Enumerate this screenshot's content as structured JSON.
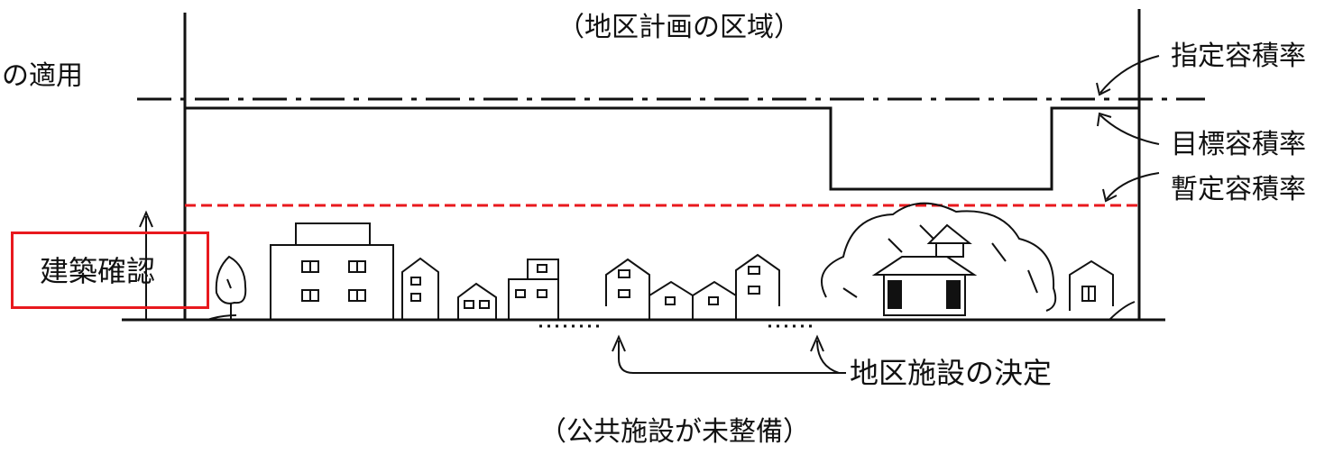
{
  "labels": {
    "area_title": "（地区計画の区域）",
    "partial_top_left": "の適用",
    "designated_ratio": "指定容積率",
    "target_ratio": "目標容積率",
    "provisional_ratio": "暫定容積率",
    "building_confirmation": "建築確認",
    "facility_decision": "地区施設の決定",
    "public_facilities": "（公共施設が未整備）"
  },
  "colors": {
    "line": "#111111",
    "provisional_line": "#e8191e",
    "callout_border": "#e8191e"
  },
  "icons": [
    "tree-icon",
    "apartment-icon",
    "house-icon",
    "shop-house-icon",
    "building-icon",
    "forest-icon",
    "temple-icon"
  ]
}
